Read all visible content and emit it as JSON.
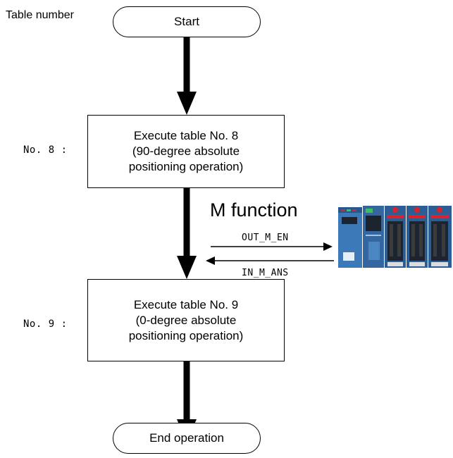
{
  "header_label": "Table number",
  "start": "Start",
  "step1": {
    "number": "No. 8 :",
    "lines": [
      "Execute table No. 8",
      "(90-degree absolute",
      "positioning operation)"
    ]
  },
  "m_function": {
    "title": "M function",
    "out_signal": "OUT_M_EN",
    "in_signal": "IN_M_ANS"
  },
  "step2": {
    "number": "No. 9 :",
    "lines": [
      "Execute table No. 9",
      "(0-degree absolute",
      "positioning operation)"
    ]
  },
  "end": "End operation",
  "colors": {
    "plc_body": "#3b79b8",
    "plc_dark": "#1c2430",
    "plc_led_red": "#d8242c",
    "plc_led_green": "#3cc05a"
  }
}
